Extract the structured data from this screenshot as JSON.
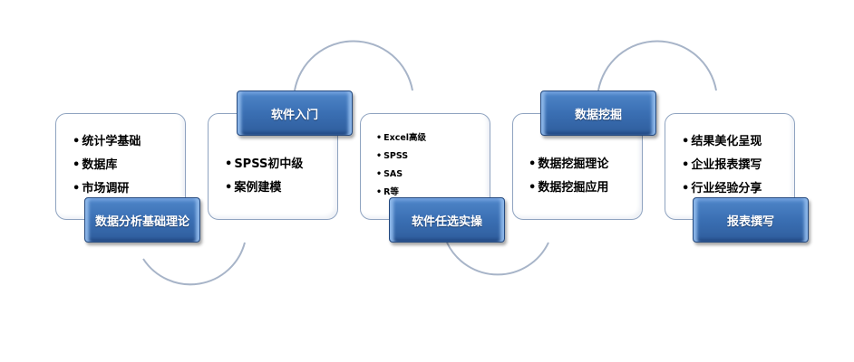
{
  "steps": [
    {
      "title": "数据分析基础理论",
      "items": [
        "统计学基础",
        "数据库",
        "市场调研"
      ]
    },
    {
      "title": "软件入门",
      "items": [
        "SPSS初中级",
        "案例建模"
      ]
    },
    {
      "title": "软件任选实操",
      "items": [
        "Excel高级",
        "SPSS",
        "SAS",
        "R等"
      ]
    },
    {
      "title": "数据挖掘",
      "items": [
        "数据挖掘理论",
        "数据挖掘应用"
      ]
    },
    {
      "title": "报表撰写",
      "items": [
        "结果美化呈现",
        "企业报表撰写",
        "行业经验分享"
      ]
    }
  ],
  "colors": {
    "label": "#3a6fb3",
    "arc": "#a7b4c8",
    "card_border": "#8fa3c0"
  }
}
